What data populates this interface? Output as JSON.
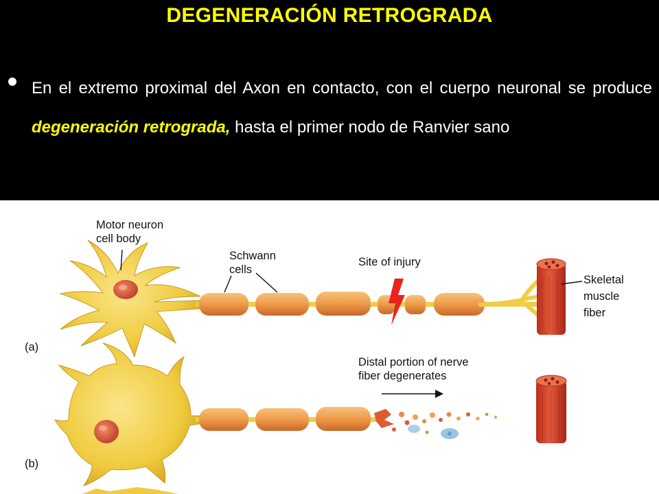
{
  "slide": {
    "title": "DEGENERACIÓN RETROGRADA",
    "bullet": {
      "text_before": "En el extremo proximal del Axon en contacto, con el cuerpo neuronal se produce ",
      "emphasis": "degeneración retrograda,",
      "text_after": " hasta el primer nodo de Ranvier sano"
    }
  },
  "figure": {
    "labels": {
      "motor_neuron": [
        "Motor neuron",
        "cell body"
      ],
      "schwann": [
        "Schwann",
        "cells"
      ],
      "injury": "Site of injury",
      "skeletal": [
        "Skeletal",
        "muscle",
        "fiber"
      ],
      "distal": [
        "Distal portion of nerve",
        "fiber degenerates"
      ],
      "panel_a": "(a)",
      "panel_b": "(b)"
    }
  },
  "colors": {
    "background": "#000000",
    "title": "#ffff00",
    "body_text": "#ffffff",
    "emphasis": "#ffff00",
    "neuron_fill": "#f2d14a",
    "schwann_fill": "#f0a050",
    "muscle_fill": "#d9442a",
    "injury_bolt": "#e8241c"
  }
}
